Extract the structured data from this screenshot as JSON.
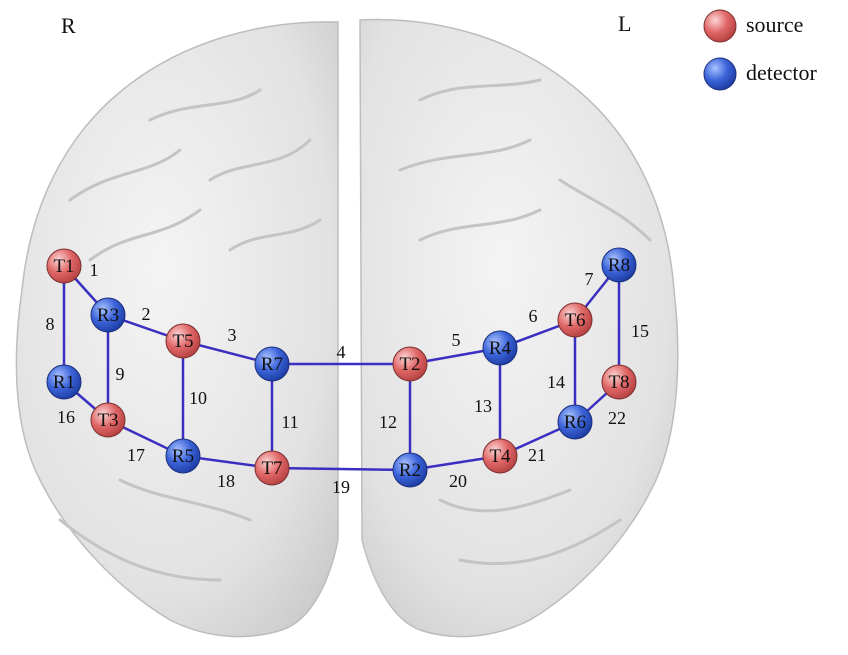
{
  "side_labels": {
    "right": "R",
    "left": "L"
  },
  "legend": [
    {
      "label": "source",
      "color": "#e06666"
    },
    {
      "label": "detector",
      "color": "#3b63d8"
    }
  ],
  "colors": {
    "source": "#e06666",
    "detector": "#3b63d8",
    "connection": "#3a2fc0",
    "brain_fill": "#e4e4e4",
    "brain_edge": "#b8b8b8"
  },
  "nodes": [
    {
      "id": "T1",
      "type": "source"
    },
    {
      "id": "T2",
      "type": "source"
    },
    {
      "id": "T3",
      "type": "source"
    },
    {
      "id": "T4",
      "type": "source"
    },
    {
      "id": "T5",
      "type": "source"
    },
    {
      "id": "T6",
      "type": "source"
    },
    {
      "id": "T7",
      "type": "source"
    },
    {
      "id": "T8",
      "type": "source"
    },
    {
      "id": "R1",
      "type": "detector"
    },
    {
      "id": "R2",
      "type": "detector"
    },
    {
      "id": "R3",
      "type": "detector"
    },
    {
      "id": "R4",
      "type": "detector"
    },
    {
      "id": "R5",
      "type": "detector"
    },
    {
      "id": "R6",
      "type": "detector"
    },
    {
      "id": "R7",
      "type": "detector"
    },
    {
      "id": "R8",
      "type": "detector"
    }
  ],
  "channels": [
    {
      "label": "1",
      "from": "T1",
      "to": "R3"
    },
    {
      "label": "2",
      "from": "R3",
      "to": "T5"
    },
    {
      "label": "3",
      "from": "T5",
      "to": "R7"
    },
    {
      "label": "4",
      "from": "R7",
      "to": "T2"
    },
    {
      "label": "5",
      "from": "T2",
      "to": "R4"
    },
    {
      "label": "6",
      "from": "R4",
      "to": "T6"
    },
    {
      "label": "7",
      "from": "T6",
      "to": "R8"
    },
    {
      "label": "8",
      "from": "T1",
      "to": "R1"
    },
    {
      "label": "9",
      "from": "R3",
      "to": "T3"
    },
    {
      "label": "10",
      "from": "T5",
      "to": "R5"
    },
    {
      "label": "11",
      "from": "R7",
      "to": "T7"
    },
    {
      "label": "12",
      "from": "T2",
      "to": "R2"
    },
    {
      "label": "13",
      "from": "R4",
      "to": "T4"
    },
    {
      "label": "14",
      "from": "T6",
      "to": "R6"
    },
    {
      "label": "15",
      "from": "R8",
      "to": "T8"
    },
    {
      "label": "16",
      "from": "R1",
      "to": "T3"
    },
    {
      "label": "17",
      "from": "T3",
      "to": "R5"
    },
    {
      "label": "18",
      "from": "R5",
      "to": "T7"
    },
    {
      "label": "19",
      "from": "T7",
      "to": "R2"
    },
    {
      "label": "20",
      "from": "R2",
      "to": "T4"
    },
    {
      "label": "21",
      "from": "T4",
      "to": "R6"
    },
    {
      "label": "22",
      "from": "R6",
      "to": "T8"
    }
  ]
}
